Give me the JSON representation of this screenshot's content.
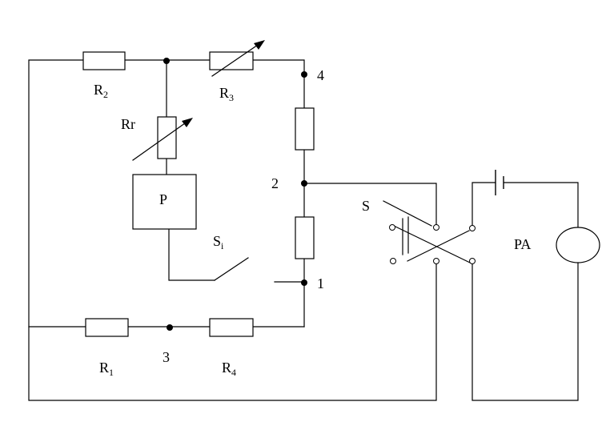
{
  "labels": {
    "r1": {
      "base": "R",
      "sub": "1"
    },
    "r2": {
      "base": "R",
      "sub": "2"
    },
    "r3": {
      "base": "R",
      "sub": "3"
    },
    "r4": {
      "base": "R",
      "sub": "4"
    },
    "rr": "Rr",
    "p": "P",
    "si": {
      "base": "S",
      "sub": "i"
    },
    "s": "S",
    "pa": "PA",
    "node1": "1",
    "node2": "2",
    "node3": "3",
    "node4": "4"
  }
}
